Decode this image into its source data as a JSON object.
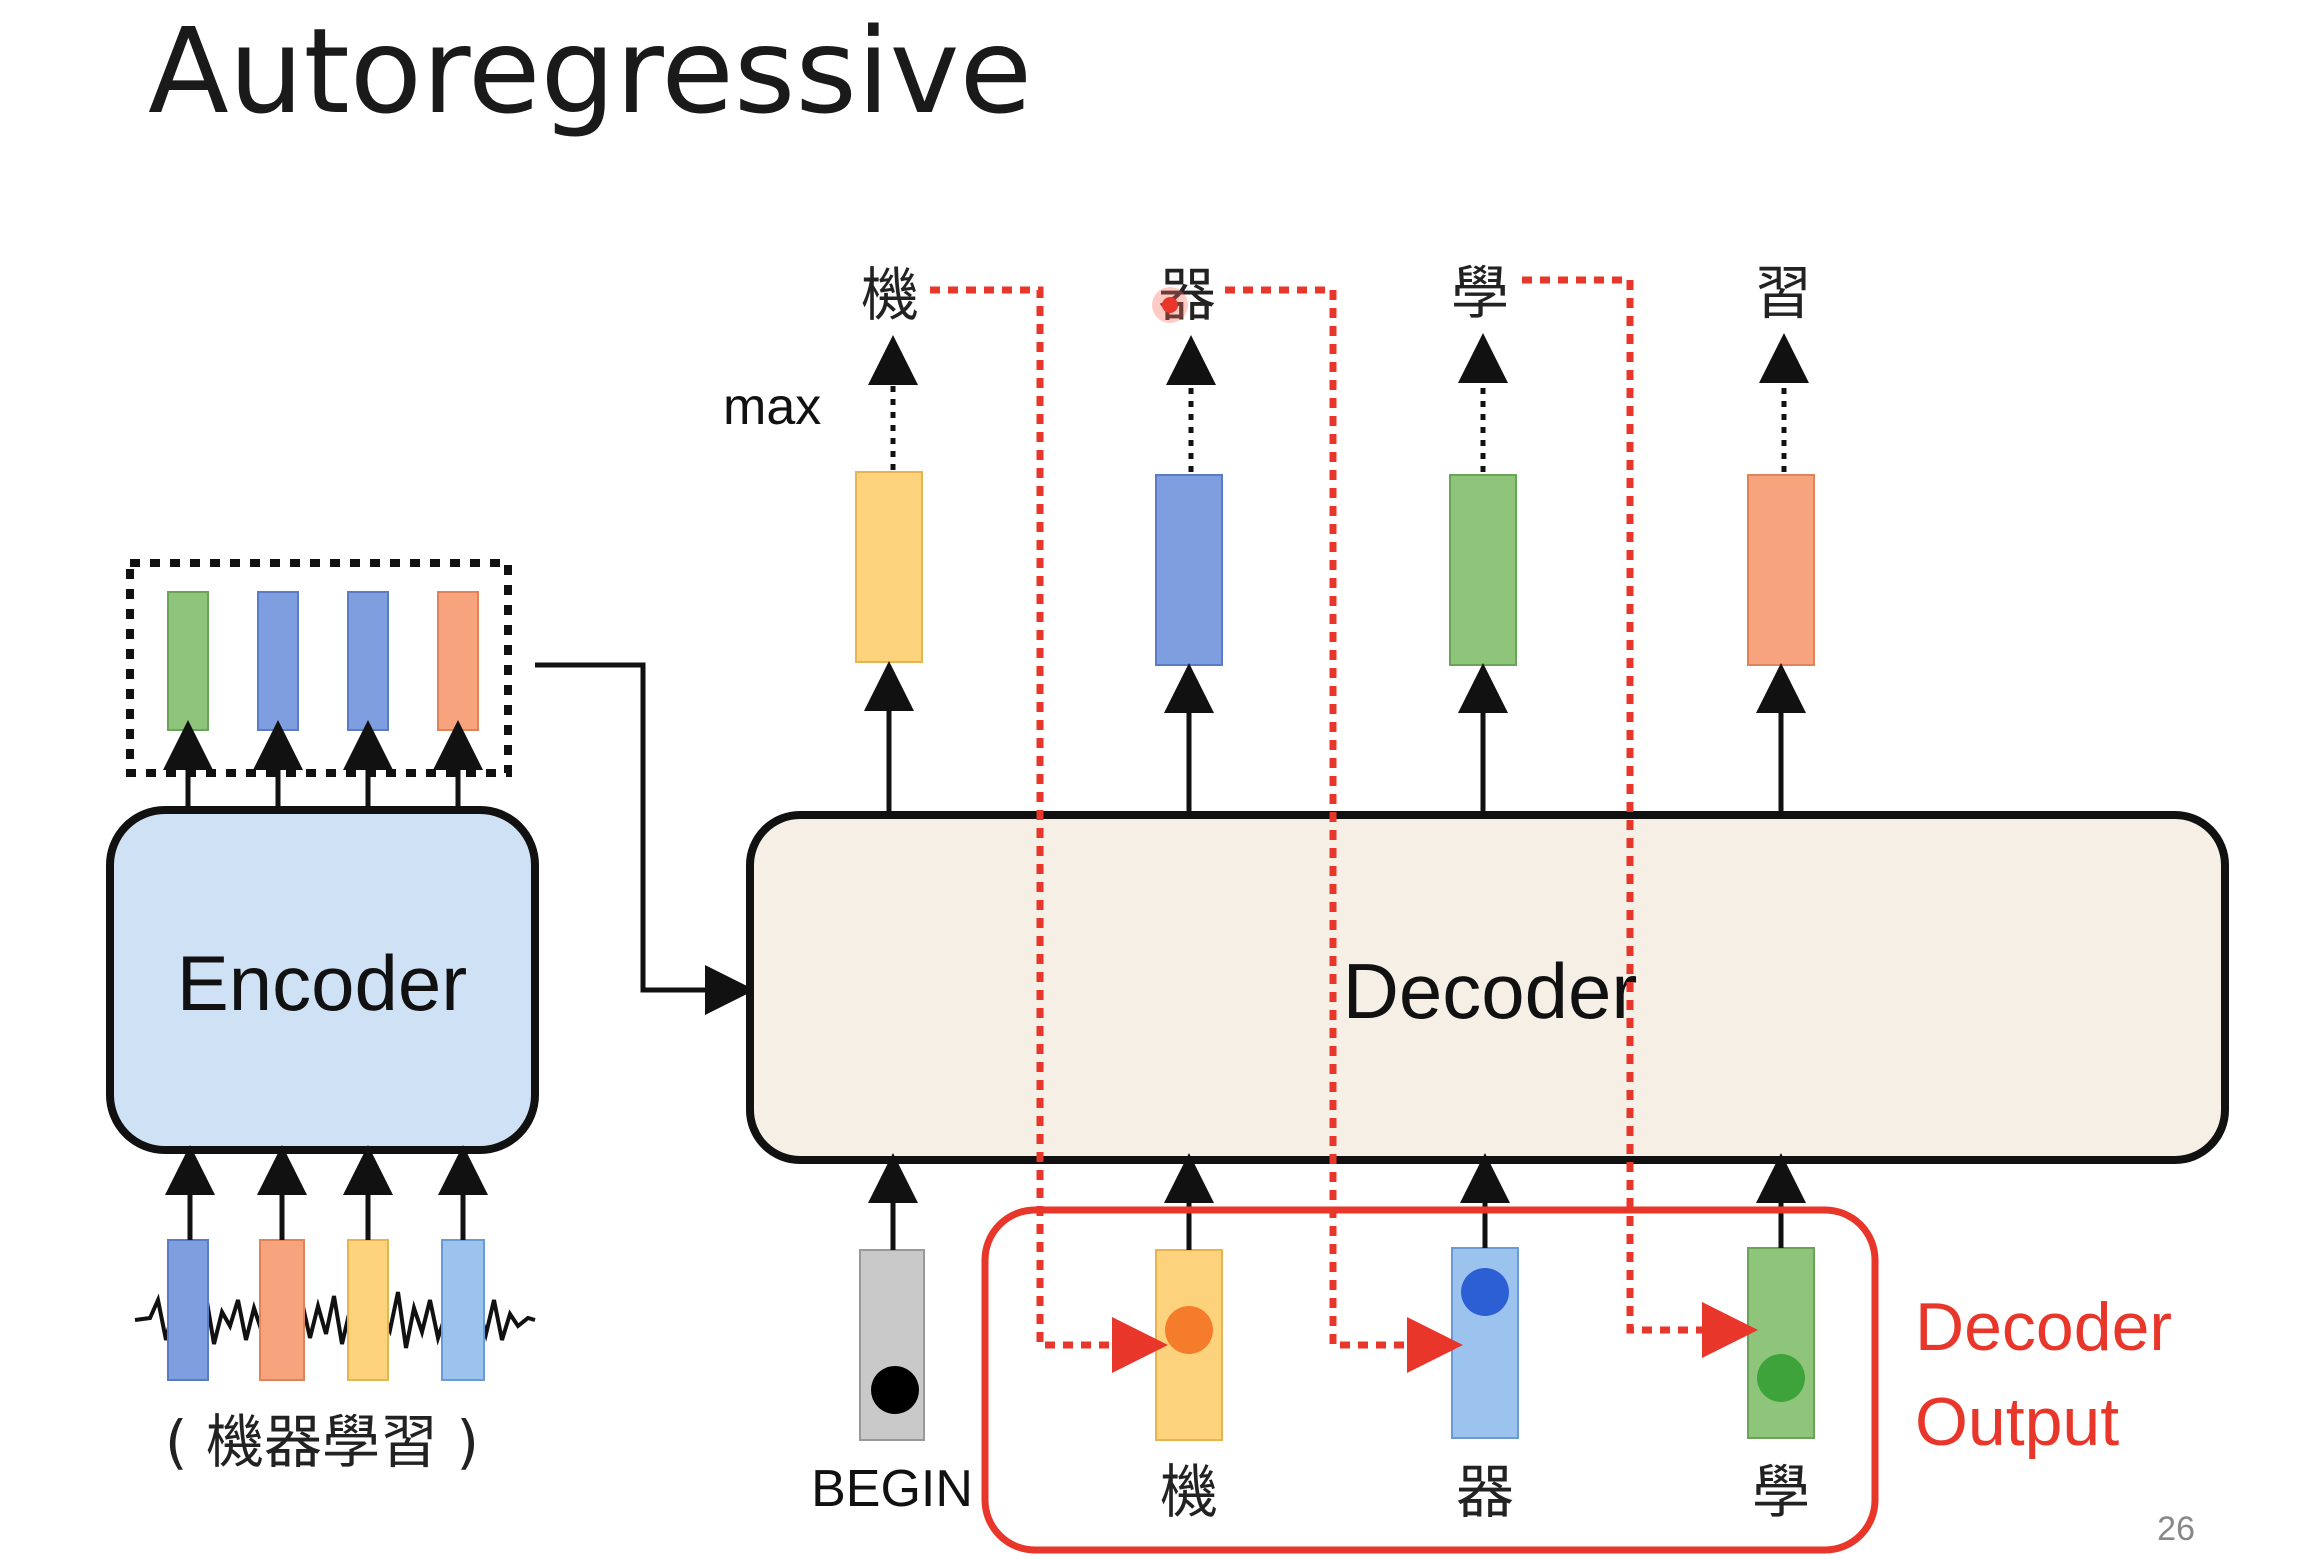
{
  "title": "Autoregressive",
  "encoder_label": "Encoder",
  "decoder_label": "Decoder",
  "max_label": "max",
  "input_label": "( 機器學習 )",
  "begin_label": "BEGIN",
  "decoder_output_line1": "Decoder",
  "decoder_output_line2": "Output",
  "page_number": "26",
  "outputs": [
    "機",
    "器",
    "學",
    "習"
  ],
  "decoder_inputs": [
    "機",
    "器",
    "學"
  ],
  "colors": {
    "green": "#8fc57a",
    "blue": "#7f9ee0",
    "orange": "#f6a37e",
    "yellow": "#fcd27c",
    "light_blue": "#9cc3ee",
    "gray": "#c9c9c9",
    "red": "#e8362a",
    "encoder_fill": "#cfe2f5",
    "decoder_fill": "#f5efe6"
  }
}
